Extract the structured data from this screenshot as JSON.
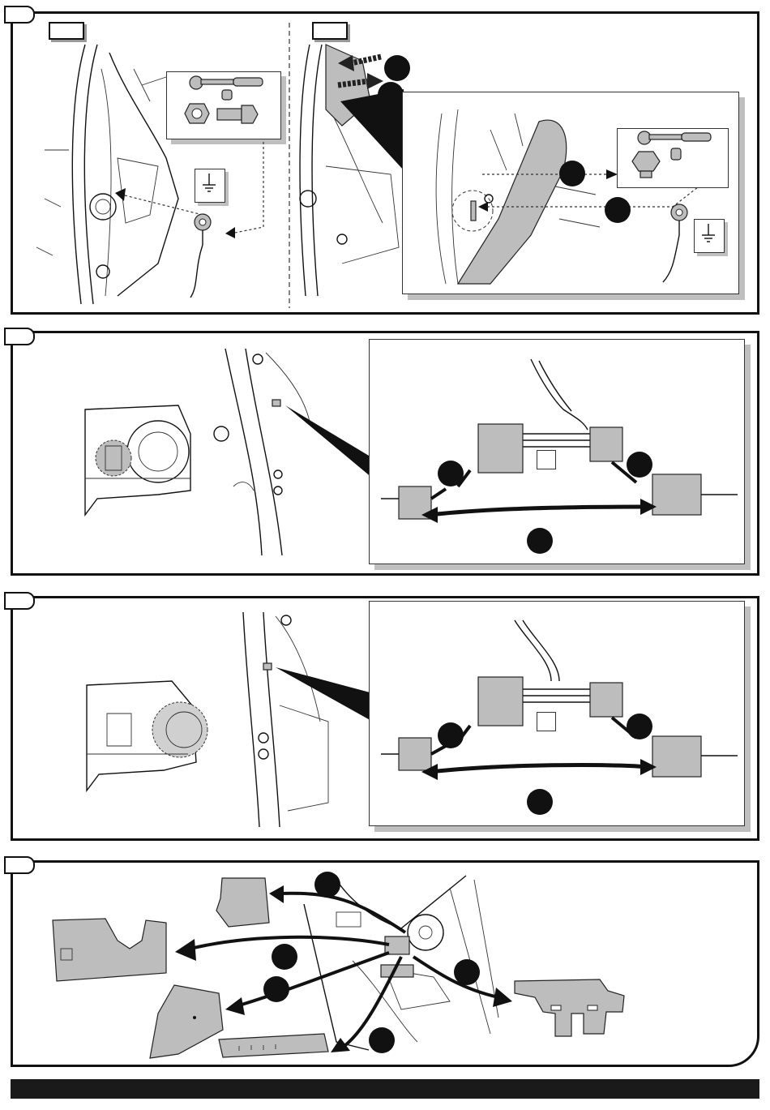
{
  "document": {
    "panels": [
      {
        "id": "step-1",
        "label": ""
      },
      {
        "id": "step-2",
        "label": ""
      },
      {
        "id": "step-3",
        "label": ""
      },
      {
        "id": "step-4",
        "label": ""
      }
    ],
    "footer_text": ""
  },
  "icons": {
    "ground": "ground-symbol-icon",
    "ratchet": "ratchet-wrench-icon",
    "nut": "nut-icon",
    "bolt": "bolt-icon",
    "arrow": "arrow-icon"
  },
  "colors": {
    "line": "#111111",
    "shade": "#bdbdbd",
    "shadow": "#bfbfbf",
    "footer": "#1a1a1a"
  }
}
